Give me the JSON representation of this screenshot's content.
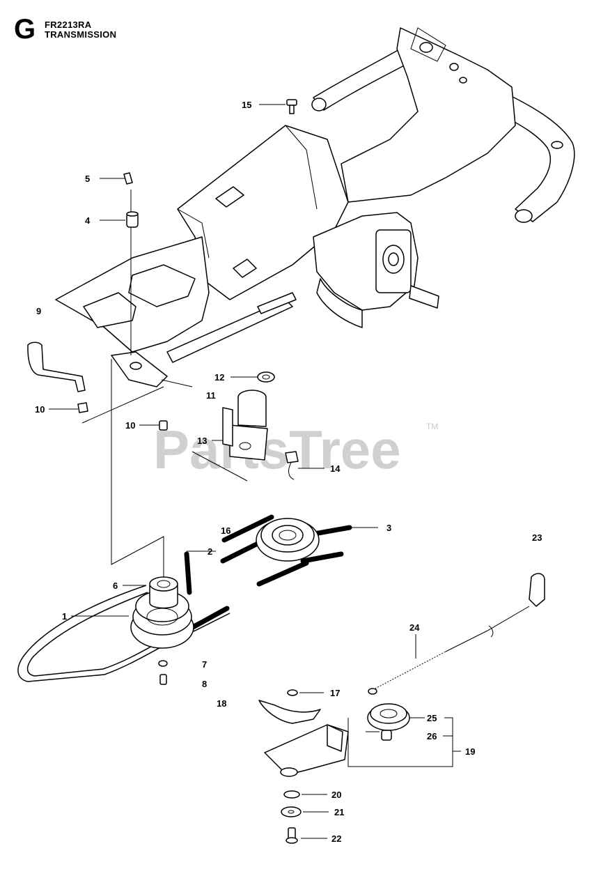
{
  "header": {
    "section_letter": "G",
    "model": "FR2213RA",
    "subtitle": "TRANSMISSION"
  },
  "watermark": {
    "text": "PartsTree",
    "tm": "TM"
  },
  "callouts": {
    "c1": "1",
    "c2": "2",
    "c3": "3",
    "c4": "4",
    "c5": "5",
    "c6": "6",
    "c7": "7",
    "c8": "8",
    "c9": "9",
    "c10a": "10",
    "c10b": "10",
    "c11": "11",
    "c12": "12",
    "c13": "13",
    "c14": "14",
    "c15": "15",
    "c16": "16",
    "c17": "17",
    "c18": "18",
    "c19": "19",
    "c20": "20",
    "c21": "21",
    "c22": "22",
    "c23": "23",
    "c24": "24",
    "c25": "25",
    "c26": "26"
  }
}
